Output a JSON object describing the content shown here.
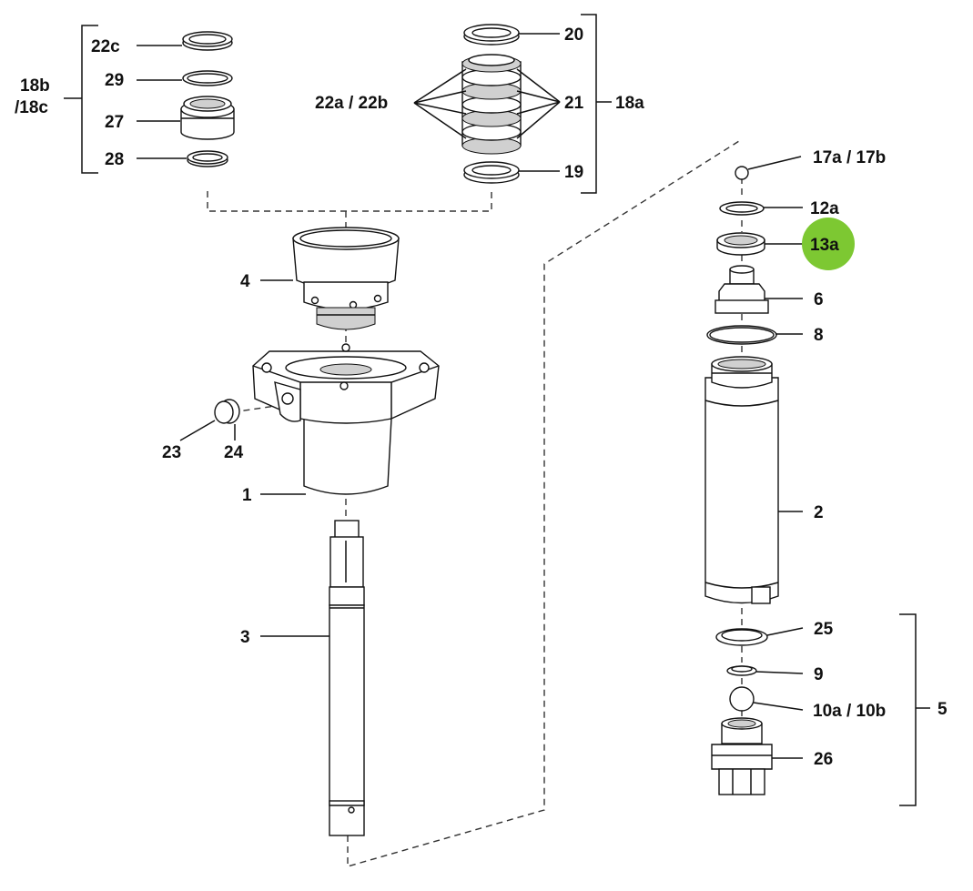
{
  "highlight_color": "#7dc832",
  "highlighted_part": "13a",
  "labels": {
    "l22c": "22c",
    "l29": "29",
    "l27": "27",
    "l28": "28",
    "l18b": "18b",
    "l18c": "/18c",
    "l20": "20",
    "l22ab": "22a / 22b",
    "l21": "21",
    "l18a": "18a",
    "l19": "19",
    "l17": "17a / 17b",
    "l12a": "12a",
    "l13a": "13a",
    "l6": "6",
    "l8": "8",
    "l4": "4",
    "l23": "23",
    "l24": "24",
    "l1": "1",
    "l2": "2",
    "l3": "3",
    "l25": "25",
    "l9": "9",
    "l10": "10a / 10b",
    "l5": "5",
    "l26": "26"
  }
}
